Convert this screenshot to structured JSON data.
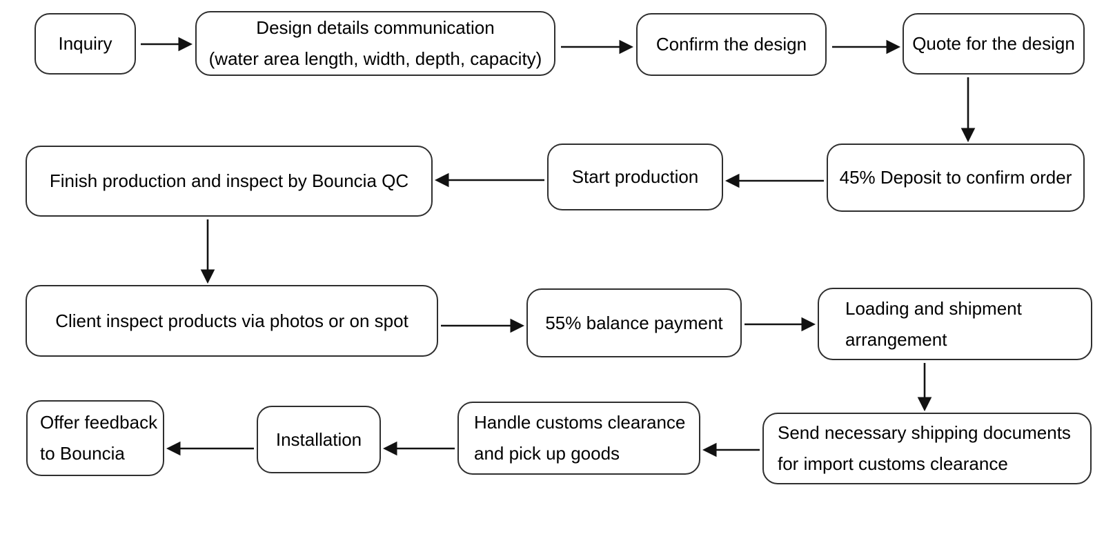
{
  "page": {
    "background": "#ffffff"
  },
  "flowchart": {
    "type": "flowchart",
    "layout_note": "boustrophedon rows: row1 left-to-right, row2 right-to-left, row3 left-to-right, row4 right-to-left",
    "colors": {
      "box_fill": "#ffffff",
      "box_border": "#2e2e2e",
      "text": "#000000",
      "arrow": "#111111"
    },
    "nodes": [
      {
        "id": "inquiry",
        "lines": [
          "Inquiry"
        ]
      },
      {
        "id": "design-details",
        "lines": [
          "Design details communication",
          "(water area length, width, depth, capacity)"
        ]
      },
      {
        "id": "confirm-design",
        "lines": [
          "Confirm the design"
        ]
      },
      {
        "id": "quote-design",
        "lines": [
          "Quote for the design"
        ]
      },
      {
        "id": "deposit",
        "lines": [
          "45% Deposit to confirm order"
        ]
      },
      {
        "id": "start-production",
        "lines": [
          "Start production"
        ]
      },
      {
        "id": "finish-production",
        "lines": [
          "Finish production and inspect by Bouncia QC"
        ]
      },
      {
        "id": "client-inspect",
        "lines": [
          "Client inspect products via photos or on spot"
        ]
      },
      {
        "id": "balance-payment",
        "lines": [
          "55% balance payment"
        ]
      },
      {
        "id": "loading-shipment",
        "lines": [
          "Loading and shipment",
          "arrangement"
        ]
      },
      {
        "id": "shipping-documents",
        "lines": [
          "Send necessary shipping documents",
          "for import customs clearance"
        ]
      },
      {
        "id": "customs-clearance",
        "lines": [
          "Handle customs clearance",
          "and pick up goods"
        ]
      },
      {
        "id": "installation",
        "lines": [
          "Installation"
        ]
      },
      {
        "id": "offer-feedback",
        "lines": [
          "Offer feedback",
          "to Bouncia"
        ]
      }
    ],
    "edges": [
      {
        "from": "inquiry",
        "to": "design-details"
      },
      {
        "from": "design-details",
        "to": "confirm-design"
      },
      {
        "from": "confirm-design",
        "to": "quote-design"
      },
      {
        "from": "quote-design",
        "to": "deposit"
      },
      {
        "from": "deposit",
        "to": "start-production"
      },
      {
        "from": "start-production",
        "to": "finish-production"
      },
      {
        "from": "finish-production",
        "to": "client-inspect"
      },
      {
        "from": "client-inspect",
        "to": "balance-payment"
      },
      {
        "from": "balance-payment",
        "to": "loading-shipment"
      },
      {
        "from": "loading-shipment",
        "to": "shipping-documents"
      },
      {
        "from": "shipping-documents",
        "to": "customs-clearance"
      },
      {
        "from": "customs-clearance",
        "to": "installation"
      },
      {
        "from": "installation",
        "to": "offer-feedback"
      }
    ]
  }
}
